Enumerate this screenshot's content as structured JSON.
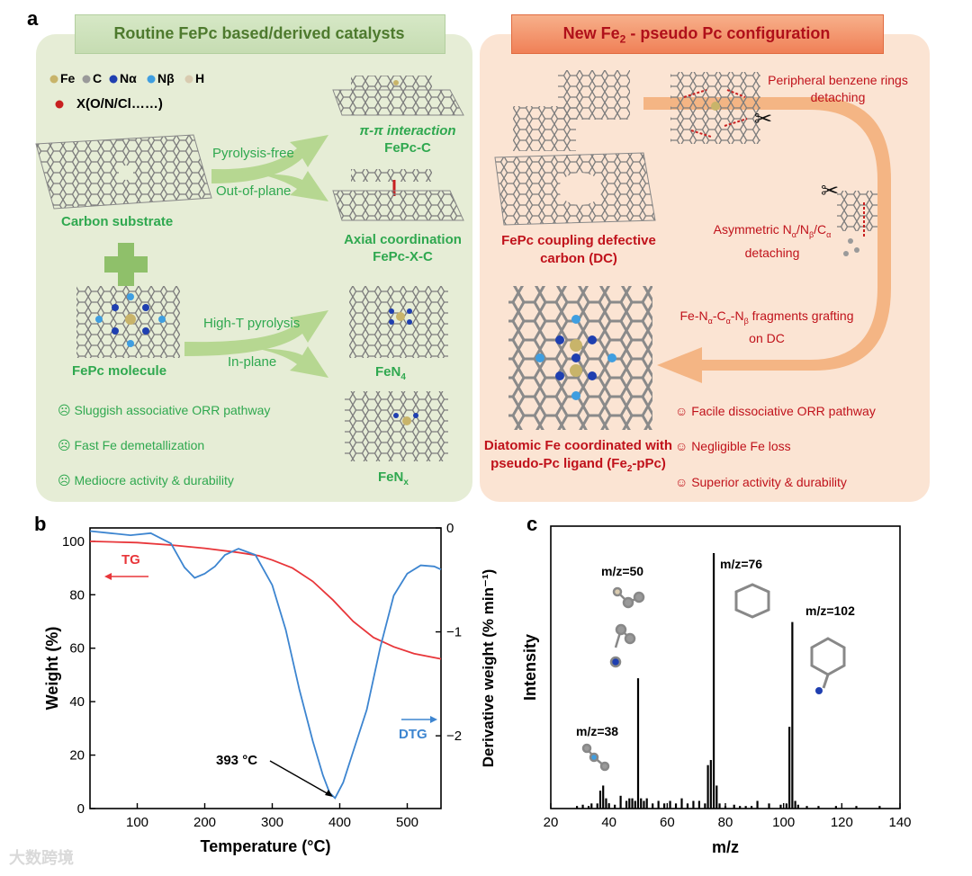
{
  "panel_a": {
    "letter": "a",
    "left_title": "Routine FePc based/derived catalysts",
    "right_title": "New Fe2 - pseudo Pc configuration",
    "legend": [
      "Fe",
      "C",
      "Nα",
      "Nβ",
      "H",
      "X(O/N/Cl……)"
    ],
    "left": {
      "carbon_substrate": "Carbon substrate",
      "fepc_molecule": "FePc molecule",
      "pyrolysis_free": "Pyrolysis-free",
      "out_of_plane": "Out-of-plane",
      "high_t": "High-T pyrolysis",
      "in_plane": "In-plane",
      "pi_interaction": "π-π interaction",
      "fepc_c": "FePc-C",
      "axial": "Axial coordination",
      "fepc_x_c": "FePc-X-C",
      "fen4": "FeN4",
      "fenx": "FeNx",
      "drawbacks": [
        "Sluggish associative ORR pathway",
        "Fast Fe demetallization",
        "Mediocre activity & durability"
      ]
    },
    "right": {
      "peripheral": "Peripheral benzene rings detaching",
      "asym": "Asymmetric Nα/Nβ/Cα detaching",
      "fragments": "Fe-Nα-Cα-Nβ fragments grafting on DC",
      "dc": "FePc coupling defective carbon (DC)",
      "product": "Diatomic Fe coordinated with pseudo-Pc ligand (Fe2-pPc)",
      "advantages": [
        "Facile dissociative ORR pathway",
        "Negligible Fe loss",
        "Superior activity & durability"
      ]
    }
  },
  "panel_b": {
    "letter": "b",
    "tg_label": "TG",
    "dtg_label": "DTG",
    "peak_label": "393 °C",
    "xlabel": "Temperature (°C)",
    "ylabel_left": "Weight (%)",
    "ylabel_right": "Derivative weight (% min⁻¹)"
  },
  "panel_c": {
    "letter": "c",
    "xlabel": "m/z",
    "ylabel": "Intensity",
    "annotations": [
      "m/z=38",
      "m/z=50",
      "m/z=76",
      "m/z=102"
    ]
  },
  "watermark": "大数跨境",
  "chart_data": [
    {
      "type": "line",
      "title": "",
      "xlabel": "Temperature (°C)",
      "ylabel": "Weight (%)",
      "y2label": "Derivative weight (% min⁻¹)",
      "xlim": [
        30,
        550
      ],
      "ylim": [
        0,
        105
      ],
      "y2lim": [
        -2.7,
        0
      ],
      "xticks": [
        100,
        200,
        300,
        400,
        500
      ],
      "yticks": [
        0,
        20,
        40,
        60,
        80,
        100
      ],
      "y2ticks": [
        -2,
        -1,
        0
      ],
      "series": [
        {
          "name": "TG",
          "color": "#e8363a",
          "x": [
            30,
            100,
            150,
            200,
            250,
            280,
            300,
            330,
            360,
            390,
            420,
            450,
            480,
            510,
            550
          ],
          "y": [
            100,
            99.5,
            98.6,
            97.4,
            95.8,
            94.6,
            93,
            90,
            85,
            78,
            70,
            64,
            60.5,
            58,
            56
          ]
        },
        {
          "name": "DTG",
          "color": "#3d85d0",
          "x": [
            30,
            60,
            90,
            120,
            150,
            170,
            185,
            200,
            215,
            230,
            250,
            275,
            300,
            320,
            340,
            360,
            375,
            385,
            393,
            405,
            420,
            440,
            460,
            480,
            500,
            520,
            540,
            550
          ],
          "y": [
            -0.03,
            -0.05,
            -0.07,
            -0.05,
            -0.15,
            -0.38,
            -0.48,
            -0.44,
            -0.37,
            -0.26,
            -0.2,
            -0.26,
            -0.55,
            -0.98,
            -1.55,
            -2.05,
            -2.38,
            -2.55,
            -2.6,
            -2.45,
            -2.15,
            -1.75,
            -1.15,
            -0.65,
            -0.44,
            -0.36,
            -0.37,
            -0.4
          ]
        }
      ],
      "annotations": [
        {
          "text": "393 °C",
          "x": 393,
          "y": -2.6
        }
      ]
    },
    {
      "type": "bar",
      "title": "",
      "xlabel": "m/z",
      "ylabel": "Intensity",
      "xlim": [
        20,
        140
      ],
      "xticks": [
        20,
        40,
        60,
        80,
        100,
        120,
        140
      ],
      "ylim": [
        0,
        100
      ],
      "x": [
        29,
        31,
        33,
        34,
        36,
        37,
        38,
        39,
        40,
        42,
        44,
        46,
        47,
        48,
        49,
        50,
        51,
        52,
        53,
        55,
        57,
        59,
        61,
        63,
        65,
        67,
        69,
        71,
        73,
        74,
        75,
        76,
        77,
        78,
        80,
        83,
        85,
        87,
        89,
        91,
        95,
        99,
        101,
        102,
        103,
        104,
        105,
        108,
        112,
        118,
        125,
        133
      ],
      "values": [
        1,
        1.5,
        1,
        2,
        2,
        7,
        9,
        4,
        2,
        1.5,
        5,
        3,
        4,
        4,
        3,
        51,
        4,
        3,
        4,
        2,
        3,
        2,
        3,
        2,
        4,
        2,
        3,
        3,
        2,
        17,
        19,
        100,
        9,
        2,
        1,
        1.5,
        1,
        1,
        1,
        3,
        2,
        1.5,
        2,
        32,
        73,
        3,
        1.5,
        1,
        1,
        1,
        1,
        1
      ]
    }
  ]
}
